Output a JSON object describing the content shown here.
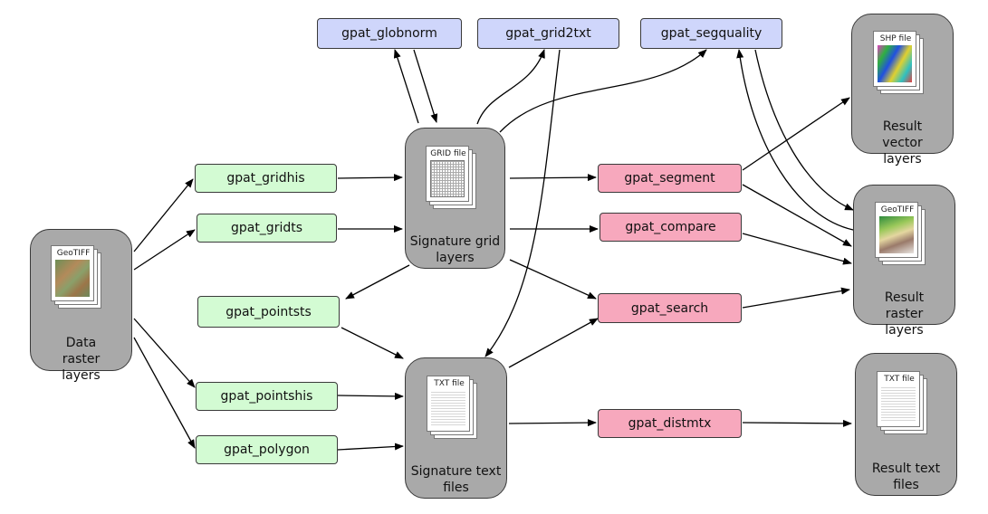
{
  "tools": {
    "globnorm": "gpat_globnorm",
    "grid2txt": "gpat_grid2txt",
    "segquality": "gpat_segquality",
    "gridhis": "gpat_gridhis",
    "gridts": "gpat_gridts",
    "pointsts": "gpat_pointsts",
    "pointshis": "gpat_pointshis",
    "polygon": "gpat_polygon",
    "segment": "gpat_segment",
    "compare": "gpat_compare",
    "search": "gpat_search",
    "distmtx": "gpat_distmtx"
  },
  "groups": {
    "data_raster": {
      "label": "Data raster layers",
      "file_label": "GeoTIFF"
    },
    "signature_grid": {
      "label": "Signature grid layers",
      "file_label": "GRID file"
    },
    "signature_text": {
      "label": "Signature text files",
      "file_label": "TXT file"
    },
    "result_vector": {
      "label": "Result vector layers",
      "file_label": "SHP file"
    },
    "result_raster": {
      "label": "Result raster layers",
      "file_label": "GeoTIFF"
    },
    "result_text": {
      "label": "Result text files",
      "file_label": "TXT file"
    }
  },
  "colors": {
    "blue_box": "#cfd6fb",
    "green_box": "#d3fbd3",
    "pink_box": "#f7a8bd",
    "group_fill": "#a9a9a9",
    "edge": "#000000"
  }
}
